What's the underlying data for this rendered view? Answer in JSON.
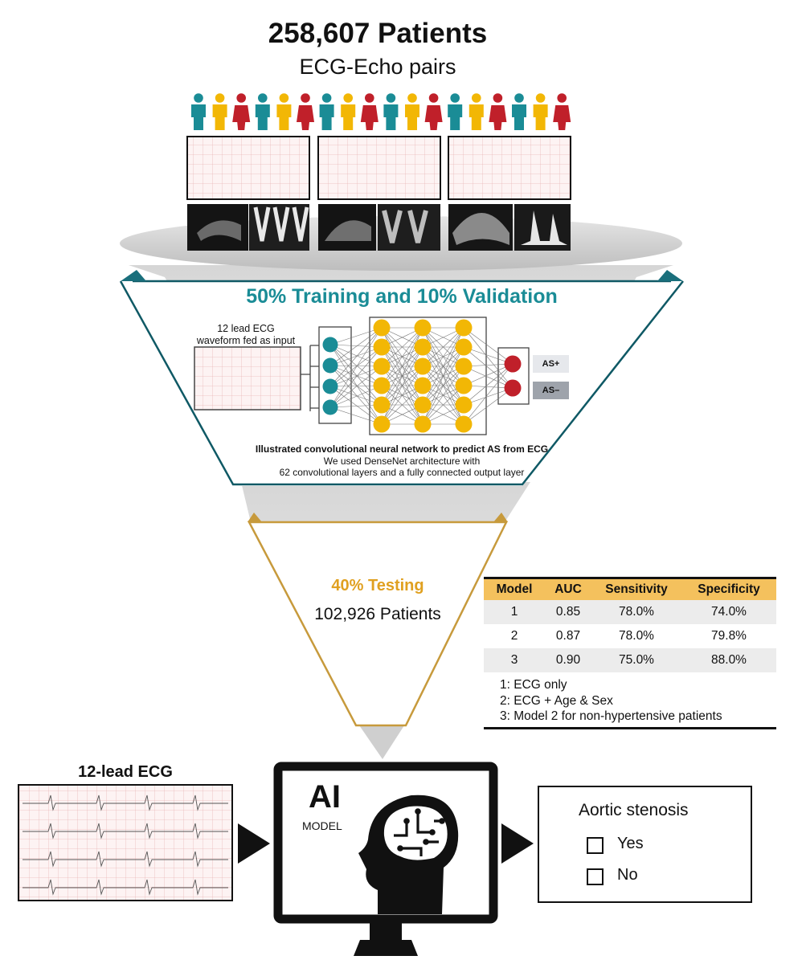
{
  "header": {
    "title": "258,607 Patients",
    "subtitle": "ECG-Echo pairs"
  },
  "training": {
    "title": "50% Training and 10% Validation",
    "input_label": "12 lead ECG\nwaveform fed as input",
    "output_pos": "AS+",
    "output_neg": "AS–",
    "caption_bold": "Illustrated convolutional neural network to predict AS from ECG",
    "caption_line2": "We used DenseNet architecture with",
    "caption_line3": "62 convolutional layers and a fully connected output layer",
    "network_layers": [
      4,
      6,
      6,
      6,
      2
    ]
  },
  "testing": {
    "title": "40% Testing",
    "count": "102,926 Patients"
  },
  "results": {
    "headers": [
      "Model",
      "AUC",
      "Sensitivity",
      "Specificity"
    ],
    "rows": [
      [
        "1",
        "0.85",
        "78.0%",
        "74.0%"
      ],
      [
        "2",
        "0.87",
        "78.0%",
        "79.8%"
      ],
      [
        "3",
        "0.90",
        "75.0%",
        "88.0%"
      ]
    ],
    "notes": [
      "1: ECG only",
      "2: ECG + Age & Sex",
      "3: Model 2 for non-hypertensive patients"
    ]
  },
  "pipeline": {
    "ecg_title": "12-lead ECG",
    "ai_label": "AI",
    "model_label": "MODEL",
    "output_title": "Aortic stenosis",
    "option_yes": "Yes",
    "option_no": "No"
  },
  "colors": {
    "teal": "#1a8c96",
    "gold": "#e0a020",
    "red": "#c0202a",
    "table_header": "#f4c15d",
    "ecg_grid": "#e9b9b9",
    "ecg_bg": "#fdf3f3"
  },
  "people_colors": [
    "teal",
    "gold",
    "red",
    "teal",
    "gold",
    "red",
    "teal",
    "gold",
    "red",
    "teal",
    "gold",
    "red",
    "teal",
    "gold",
    "red",
    "teal",
    "gold",
    "red"
  ]
}
